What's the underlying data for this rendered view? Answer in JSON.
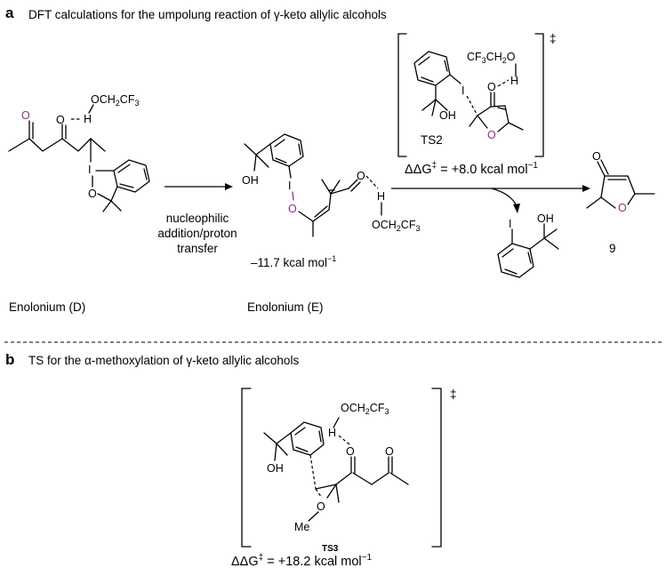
{
  "panel_a": {
    "letter": "a",
    "title_pre": "DFT calculations for the umpolung reaction of ",
    "title_greek": "γ",
    "title_post": "-keto allylic alcohols",
    "arrow1_line1": "nucleophilic",
    "arrow1_line2": "addition/proton",
    "arrow1_line3": "transfer",
    "enolonium_d": "Enolonium (D)",
    "enolonium_e": "Enolonium (E)",
    "energy_e": "–11.7 kcal mol",
    "energy_e_sup": "−1",
    "ts2_label": "TS2",
    "ts2_energy": "ΔΔG",
    "ts2_energy_sup": "‡",
    "ts2_energy_value": " = +8.0 kcal mol",
    "ts2_energy_unit_sup": "−1",
    "double_dagger": "‡",
    "product_number": "9"
  },
  "panel_b": {
    "letter": "b",
    "title_pre": "TS for the ",
    "title_greek": "α",
    "title_post": "-methoxylation of γ-keto allylic alcohols",
    "ts3_label": "TS3",
    "ts3_energy": "ΔΔG",
    "ts3_energy_sup": "‡",
    "ts3_energy_value": " = +18.2 kcal mol",
    "ts3_energy_unit_sup": "−1",
    "double_dagger": "‡"
  },
  "atoms": {
    "O": "O",
    "I": "I",
    "H": "H",
    "OH": "OH",
    "Me": "Me",
    "OCH2CF3_a": "OCH",
    "OCH2CF3_b": "2",
    "OCH2CF3_c": "CF",
    "OCH2CF3_d": "3",
    "CF3CH2O_a": "CF",
    "CF3CH2O_b": "3",
    "CF3CH2O_c": "CH",
    "CF3CH2O_d": "2",
    "CF3CH2O_e": "O"
  },
  "colors": {
    "highlight_oxygen": "#8e2f8c",
    "separator": "#000000"
  }
}
